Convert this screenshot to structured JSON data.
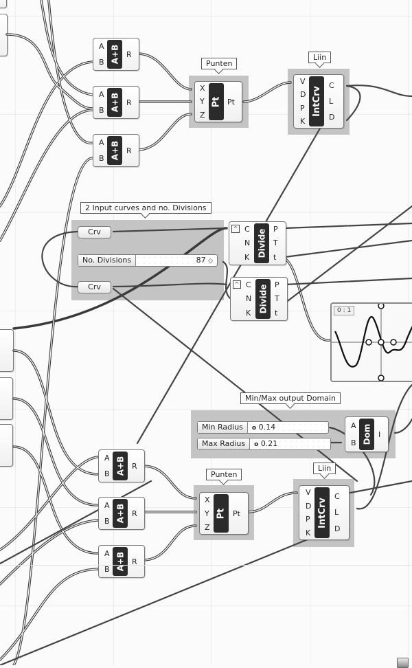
{
  "canvas": {
    "colors": {
      "background": "#fbfbfb",
      "group": "#c4c4c4",
      "component_dark": "#2b2b2b",
      "wire": "#3a3a3a"
    }
  },
  "top_section": {
    "addition_components": [
      {
        "nickname": "A+B",
        "inputs": [
          "A",
          "B"
        ],
        "output": "R"
      },
      {
        "nickname": "A+B",
        "inputs": [
          "A",
          "B"
        ],
        "output": "R"
      },
      {
        "nickname": "A+B",
        "inputs": [
          "A",
          "B"
        ],
        "output": "R"
      }
    ],
    "point_group": {
      "tag": "Punten",
      "nickname": "Pt",
      "inputs": [
        "X",
        "Y",
        "Z"
      ],
      "output": "Pt"
    },
    "curve_group": {
      "tag": "Lijn",
      "nickname": "IntCrv",
      "inputs": [
        "V",
        "D",
        "P",
        "K"
      ],
      "outputs": [
        "C",
        "L",
        "D"
      ]
    }
  },
  "middle_section": {
    "input_group": {
      "tag": "2 Input curves and no. Divisions",
      "curve_params": [
        "Crv",
        "Crv"
      ],
      "slider": {
        "name": "No. Divisions",
        "value": "87",
        "glyph": "◇"
      }
    },
    "divide_components": [
      {
        "nickname": "Divide",
        "toggle_icon": "^",
        "inputs": [
          "C",
          "N",
          "K"
        ],
        "outputs": [
          "P",
          "T",
          "t"
        ]
      },
      {
        "nickname": "Divide",
        "toggle_icon": "^",
        "inputs": [
          "C",
          "N",
          "K"
        ],
        "outputs": [
          "P",
          "T",
          "t"
        ]
      }
    ],
    "graph_mapper": {
      "domain_label": "0 : 1"
    }
  },
  "domain_group": {
    "tag": "Min/Max output Domain",
    "sliders": [
      {
        "name": "Min Radius",
        "value": "0.14",
        "glyph": "o"
      },
      {
        "name": "Max Radius",
        "value": "0.21",
        "glyph": "o"
      }
    ],
    "component": {
      "nickname": "Dom",
      "inputs": [
        "A",
        "B"
      ],
      "output": "I"
    }
  },
  "bottom_section": {
    "addition_components": [
      {
        "nickname": "A+B",
        "inputs": [
          "A",
          "B"
        ],
        "output": "R"
      },
      {
        "nickname": "A+B",
        "inputs": [
          "A",
          "B"
        ],
        "output": "R"
      },
      {
        "nickname": "A+B",
        "inputs": [
          "A",
          "B"
        ],
        "output": "R"
      }
    ],
    "point_group": {
      "tag": "Punten",
      "nickname": "Pt",
      "inputs": [
        "X",
        "Y",
        "Z"
      ],
      "output": "Pt"
    },
    "curve_group": {
      "tag": "Lijn",
      "nickname": "IntCrv",
      "inputs": [
        "V",
        "D",
        "P",
        "K"
      ],
      "outputs": [
        "C",
        "L",
        "D"
      ]
    }
  }
}
